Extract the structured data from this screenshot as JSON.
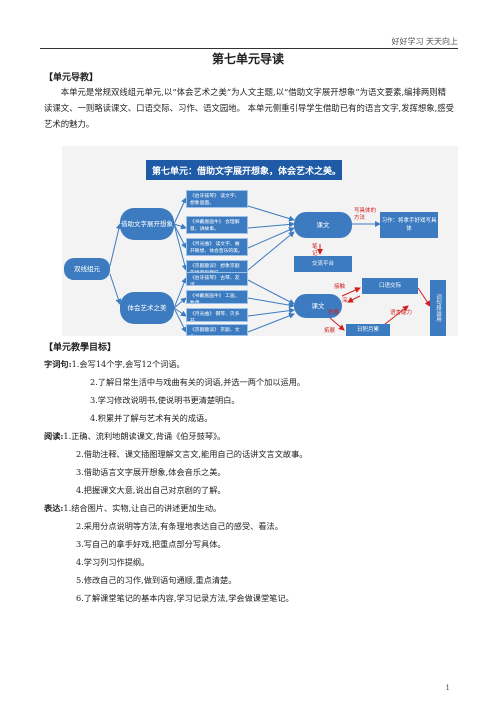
{
  "header": {
    "motto": "好好学习  天天向上"
  },
  "title": "第七单元导读",
  "intro": {
    "heading": "【单元导教】",
    "text": "本单元是常规双线组元单元,以“体会艺术之美”为人文主题,以“借助文字展开想象”为语文要素,编排两则精读课文、一则略读课文、口语交际、习作、语文园地。 本单元侧重引导学生借助已有的语言文字,发挥想象,感受艺术的魅力。"
  },
  "diagram": {
    "banner": "第七单元：借助文字展开想象，体会艺术之美。",
    "root": "双线组元",
    "top_branch": "借助文字展开想象",
    "bottom_branch": "体会艺术之美",
    "top_items": [
      "《伯牙鼓琴》  读文字、想象画面。",
      "《书戴嵩画牛》  会理解意、讲故事。",
      "《月光曲》  读文字、展开联想、体会音乐的美。",
      "《京剧趣谈》  想象京剧的场景和趣味。"
    ],
    "bottom_items": [
      "《伯牙鼓琴》  古琴、友谊。",
      "《书戴嵩画牛》  工画、牧童。",
      "《月光曲》  钢琴、贝多芬。",
      "《京剧趣谈》  京剧、文化。"
    ],
    "kewen_top": "课文",
    "kewen_bottom": "课文",
    "xizuo": "习作：将拿手好戏写具体",
    "jiaoliu": "交流平台",
    "kouyu": "口语交际",
    "richang": "日积月累",
    "cihuo": "词句段运用",
    "red_labels": {
      "xie_juti": "写具体的方法",
      "biji": "笔记",
      "jiechu": "接触",
      "shenru": "深入",
      "jiliang": "积累",
      "tuozhan": "拓展",
      "yuyan": "语言能力"
    }
  },
  "goals": {
    "heading": "【单元教學目标】",
    "groups": [
      {
        "label": "字词句:",
        "items": [
          "1.会写14个字,会写12个词语。",
          "2.了解日常生活中与戏曲有关的词语,并选一两个加以运用。",
          "3.学习修改说明书,使说明书更清楚明白。",
          "4.积累并了解与艺术有关的成语。"
        ]
      },
      {
        "label": "阅读:",
        "items": [
          "1.正确、流利地朗读课文,背诵《伯牙鼓琴》。",
          "2.借助注释、课文插图理解文言文,能用自己的话讲文言文故事。",
          "3.借助语言文字展开想象,体会音乐之美。",
          "4.把握课文大意,说出自己对京剧的了解。"
        ]
      },
      {
        "label": "表达:",
        "items": [
          "1.结合图片、实物,让自己的讲述更加生动。",
          "2.采用分点说明等方法,有条理地表达自己的感受、看法。",
          "3.写自己的拿手好戏,把重点部分写具体。",
          "4.学习列习作提纲。",
          "5.修改自己的习作,做到语句通顺,重点清楚。",
          "6.了解课堂笔记的基本内容,学习记录方法,学会做课堂笔记。"
        ]
      }
    ]
  },
  "footer": {
    "page_number": "1"
  },
  "colors": {
    "banner": "#1f5aa6",
    "box": "#3c7bc0",
    "annotation": "#d21f1f"
  }
}
